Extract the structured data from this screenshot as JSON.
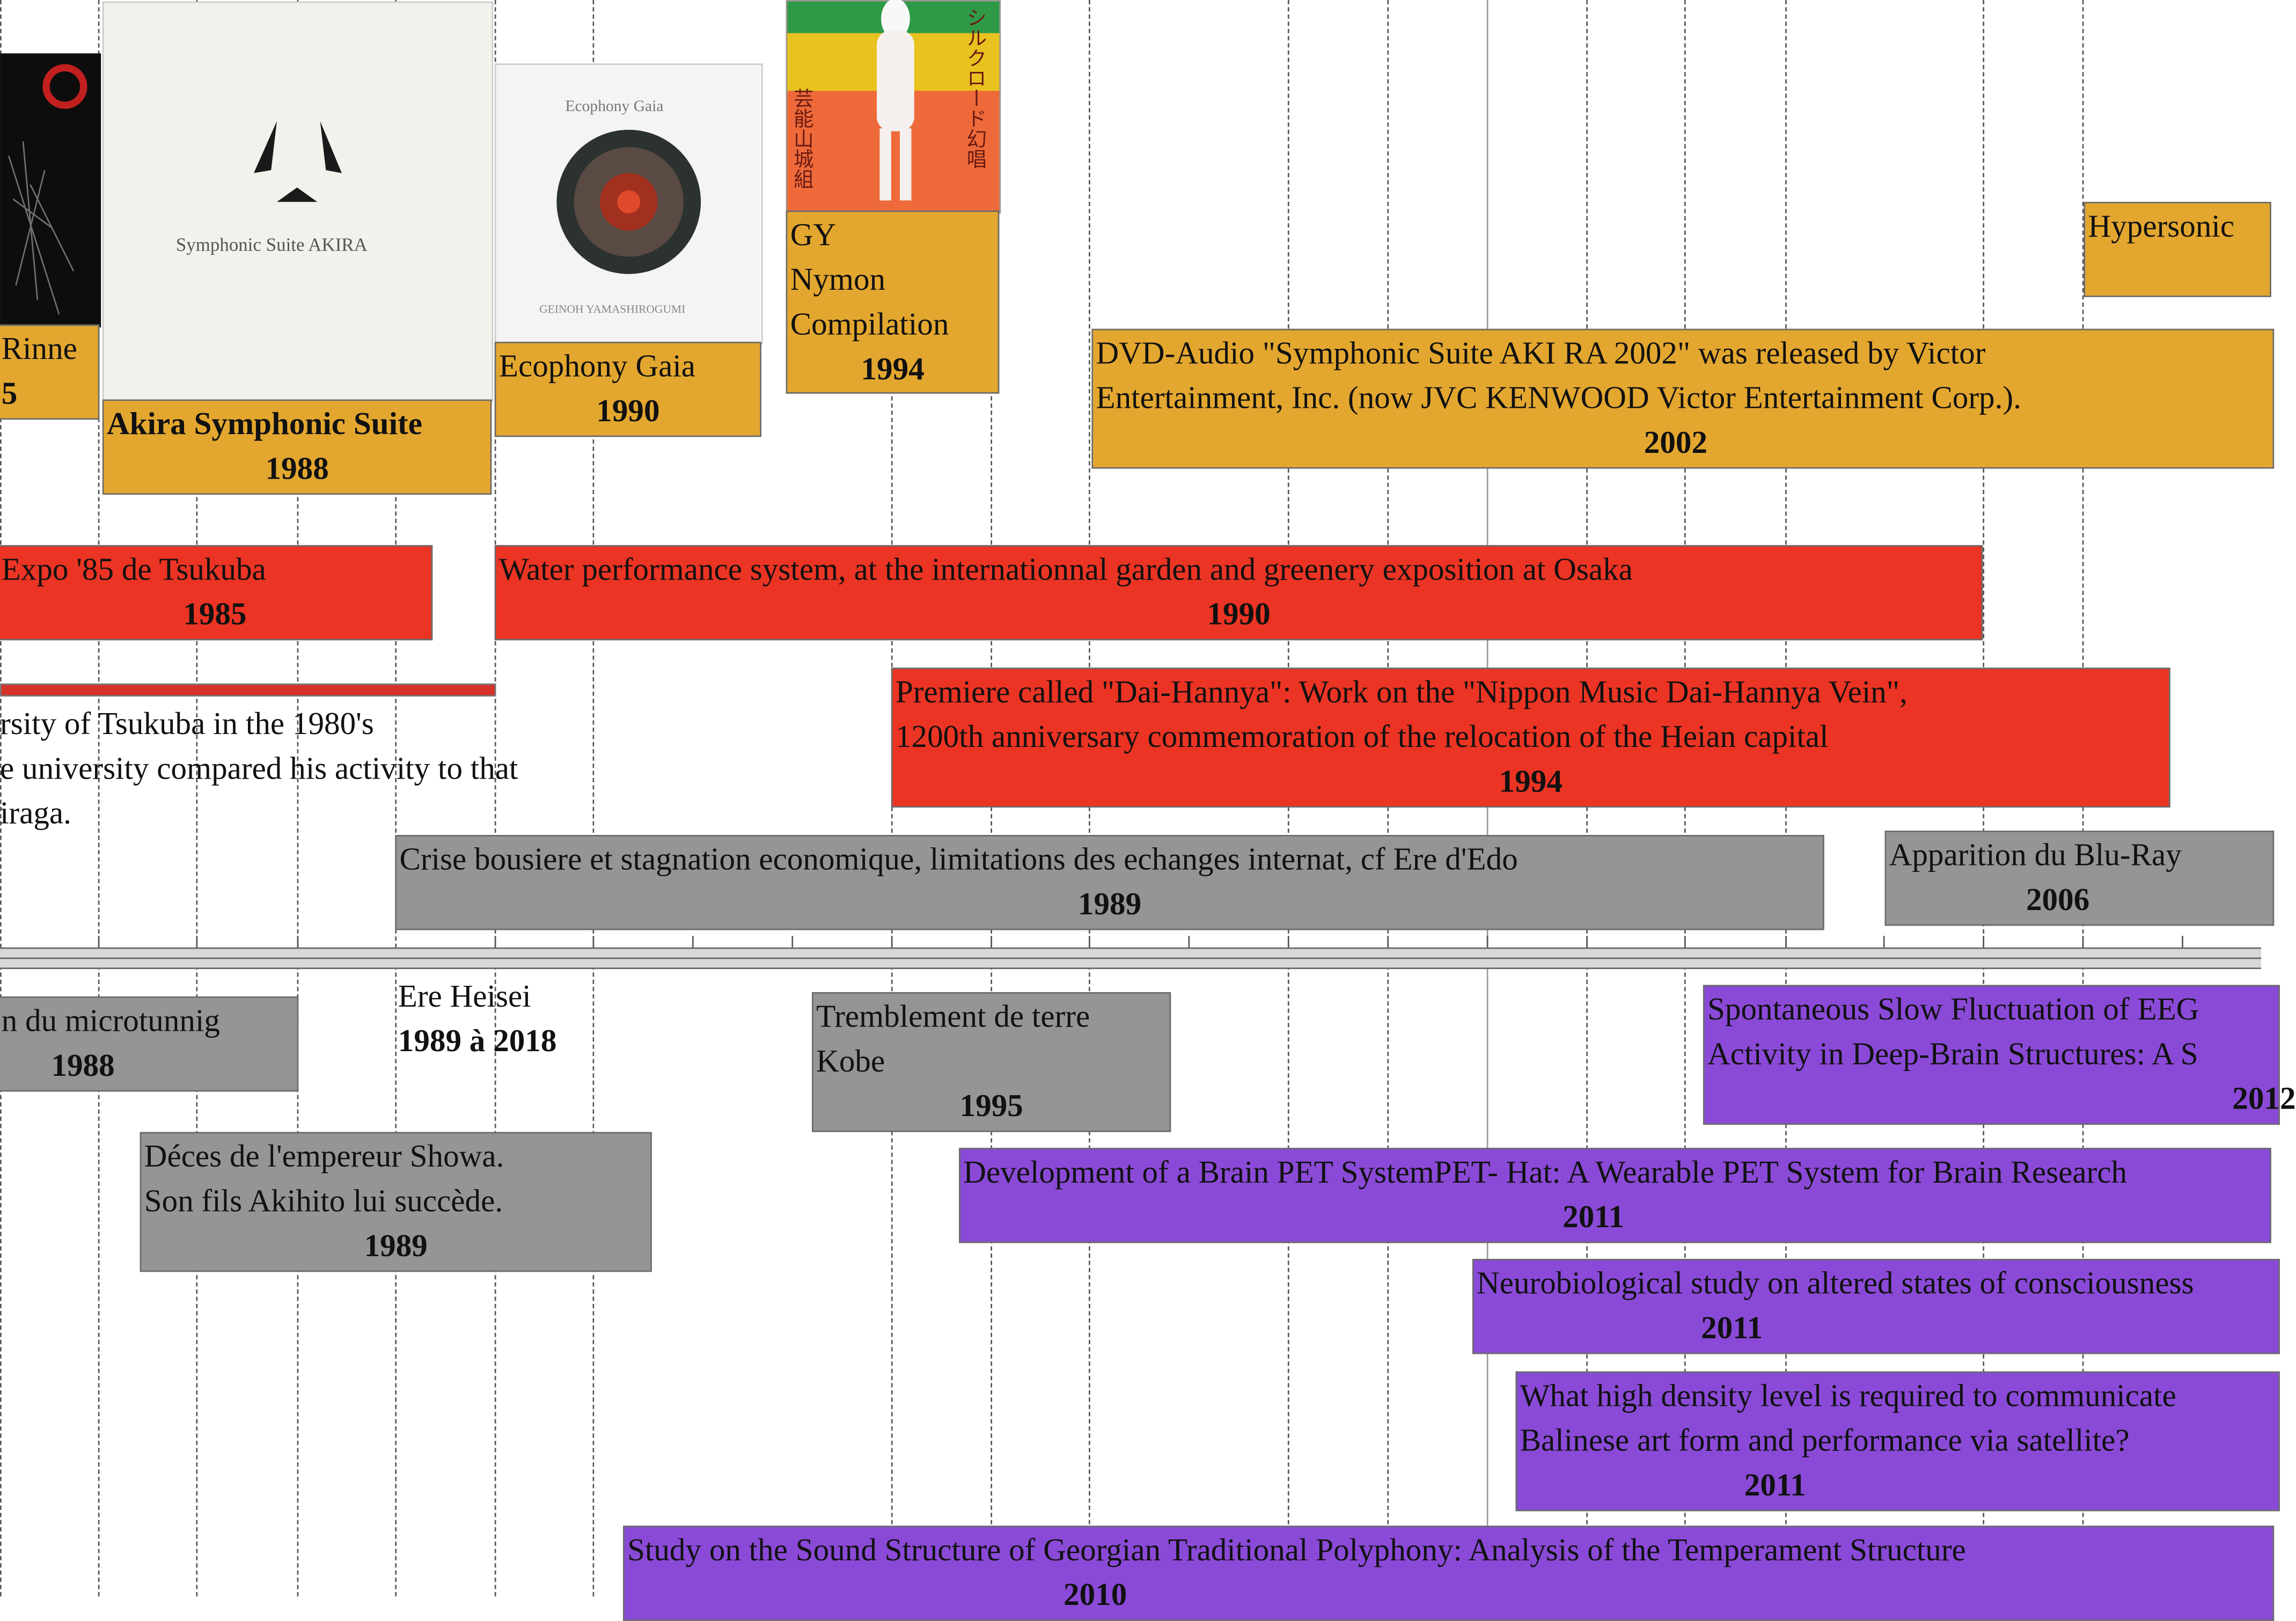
{
  "events": {
    "rinne": {
      "title": "Rinne",
      "year": "5"
    },
    "akira_suite": {
      "title": "Akira Symphonic Suite",
      "year": "1988"
    },
    "ecophony_gaia": {
      "title": "Ecophony Gaia",
      "year": "1990"
    },
    "gy_nymon": {
      "line1": "GY",
      "line2": "Nymon",
      "line3": "Compilation",
      "year": "1994"
    },
    "dvd_audio": {
      "line1": "DVD-Audio \"Symphonic Suite AKI RA 2002\" was released by Victor",
      "line2": "Entertainment, Inc. (now JVC KENWOOD Victor Entertainment Corp.).",
      "year": "2002"
    },
    "hypersonic": {
      "title": "Hypersonic"
    },
    "expo85": {
      "title": "Expo '85 de Tsukuba",
      "year": "1985"
    },
    "water_performance": {
      "title": "Water performance system,  at the internationnal garden and greenery exposition at Osaka",
      "year": "1990"
    },
    "dai_hannya": {
      "line1": "Premiere called \"Dai-Hannya\": Work on the \"Nippon Music Dai-Hannya Vein\",",
      "line2": "1200th  anniversary commemoration of the relocation of the Heian capital",
      "year": "1994"
    },
    "tsukuba_text": {
      "line1": "rsity of Tsukuba in the 1980's",
      "line2": "e university compared his activity to that",
      "line3": "iraga."
    },
    "crise": {
      "title": "Crise bousiere et stagnation economique, limitations des echanges internat, cf Ere d'Edo",
      "year": "1989"
    },
    "bluray": {
      "title": "Apparition du Blu-Ray",
      "year": "2006"
    },
    "microtunnig": {
      "title": "n du microtunnig",
      "year": "1988"
    },
    "heisei": {
      "title": "Ere Heisei",
      "year": "1989 à 2018"
    },
    "kobe": {
      "line1": "Tremblement de terre",
      "line2": "Kobe",
      "year": "1995"
    },
    "showa": {
      "line1": "Déces de l'empereur Showa.",
      "line2": "Son fils Akihito lui succède.",
      "year": "1989"
    },
    "eeg": {
      "line1": "Spontaneous Slow Fluctuation of EEG",
      "line2": "Activity in Deep-Brain Structures: A S",
      "year": "2012"
    },
    "pet": {
      "title": "Development of a Brain PET SystemPET- Hat: A Wearable PET System for Brain Research",
      "year": "2011"
    },
    "neuro": {
      "title": "Neurobiological study on altered states of consciousness",
      "year": "2011"
    },
    "high_density": {
      "line1": "What high density level is required to communicate",
      "line2": "Balinese art form and performance via satellite?",
      "year": "2011"
    },
    "georgian": {
      "title": "Study on the Sound Structure of Georgian Traditional Polyphony: Analysis of the Temperament Structure",
      "year": "2010"
    }
  },
  "covers": {
    "akira_cover_text": "Symphonic Suite AKIRA",
    "ecophony_cover_title": "Ecophony Gaia",
    "ecophony_cover_sub": "GEINOH YAMASHIROGUMI",
    "gy_cover_vertical_left": "芸能山城組",
    "gy_cover_vertical_right": "シルクロード幻唱"
  },
  "colors": {
    "album": "#E3A72F",
    "event": "#EB3424",
    "history": "#959595",
    "research": "#8A4AD7"
  }
}
